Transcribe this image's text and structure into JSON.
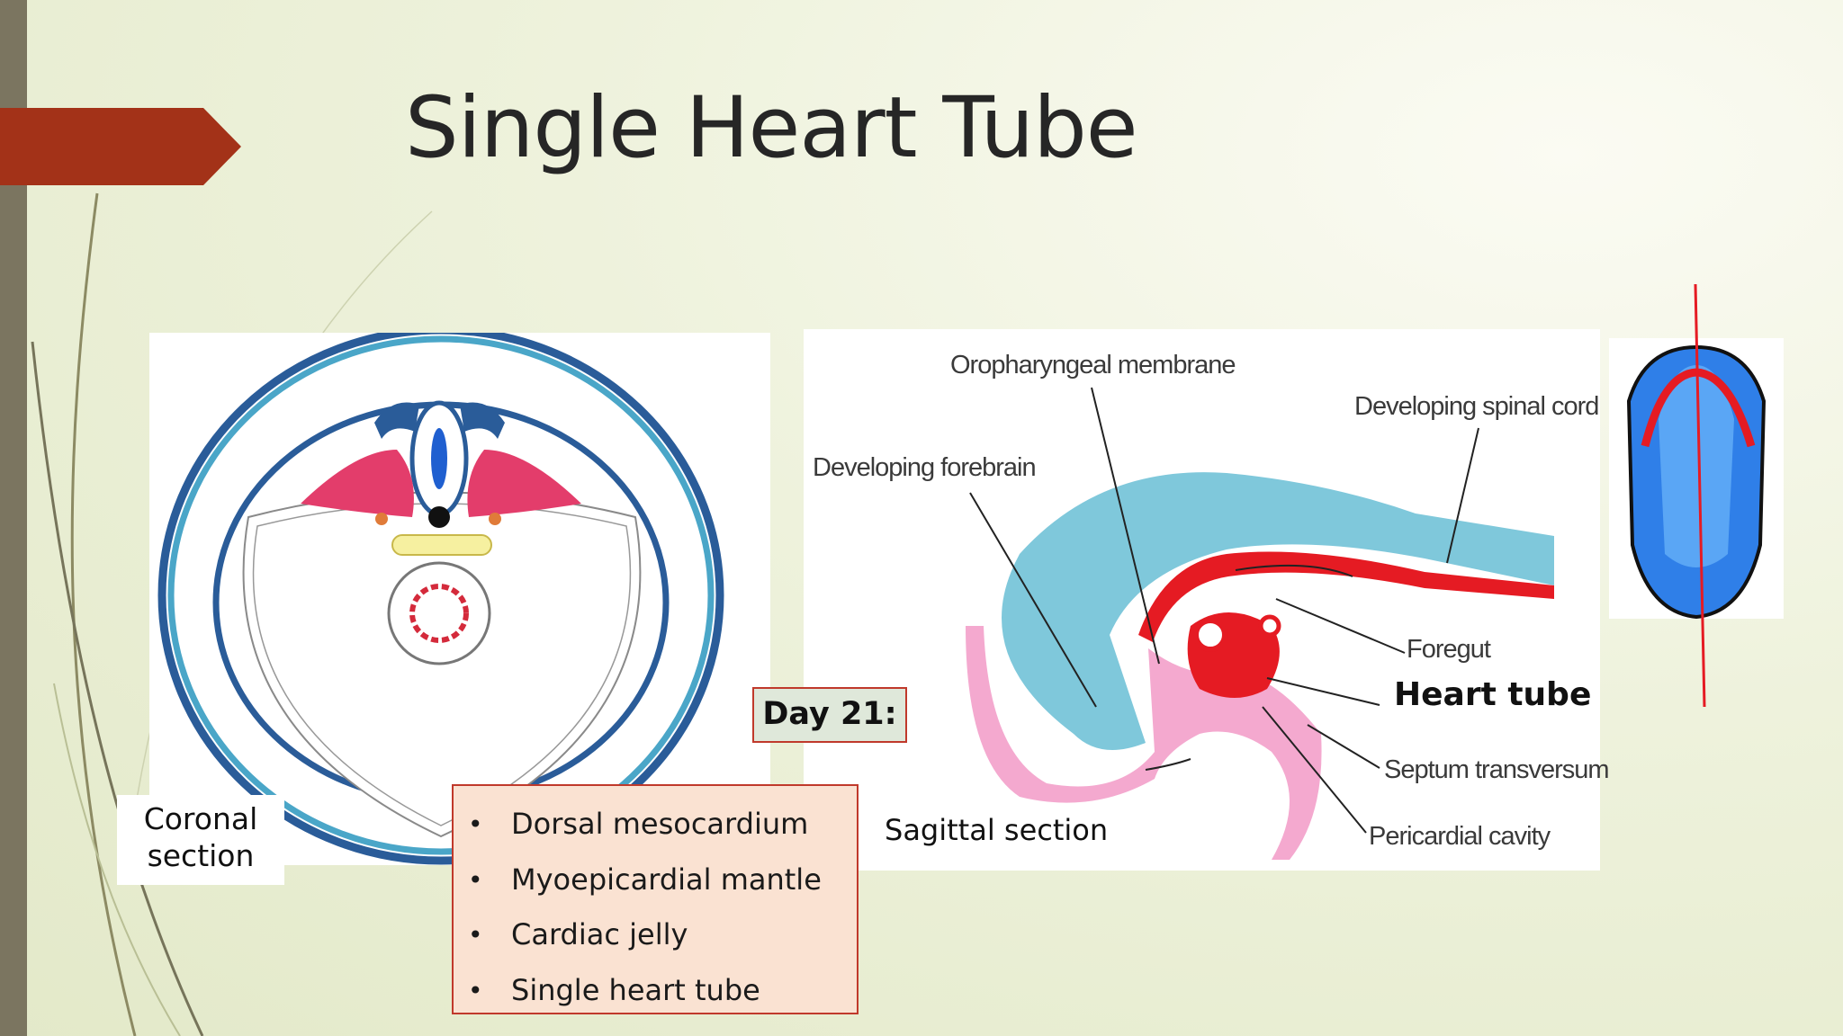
{
  "slide": {
    "title": "Single Heart Tube",
    "accent_color": "#a33218",
    "side_bar_color": "#7b7560"
  },
  "coronal": {
    "caption": "Coronal section"
  },
  "sagittal": {
    "caption": "Sagittal section",
    "labels": {
      "oropharyngeal": "Oropharyngeal membrane",
      "spinal_cord": "Developing spinal cord",
      "forebrain": "Developing forebrain",
      "foregut": "Foregut",
      "heart_tube": "Heart tube",
      "septum": "Septum transversum",
      "pericardial": "Pericardial cavity"
    }
  },
  "day_label": "Day 21:",
  "bullets": [
    "Dorsal mesocardium",
    "Myoepicardial mantle",
    "Cardiac jelly",
    "Single heart tube"
  ]
}
